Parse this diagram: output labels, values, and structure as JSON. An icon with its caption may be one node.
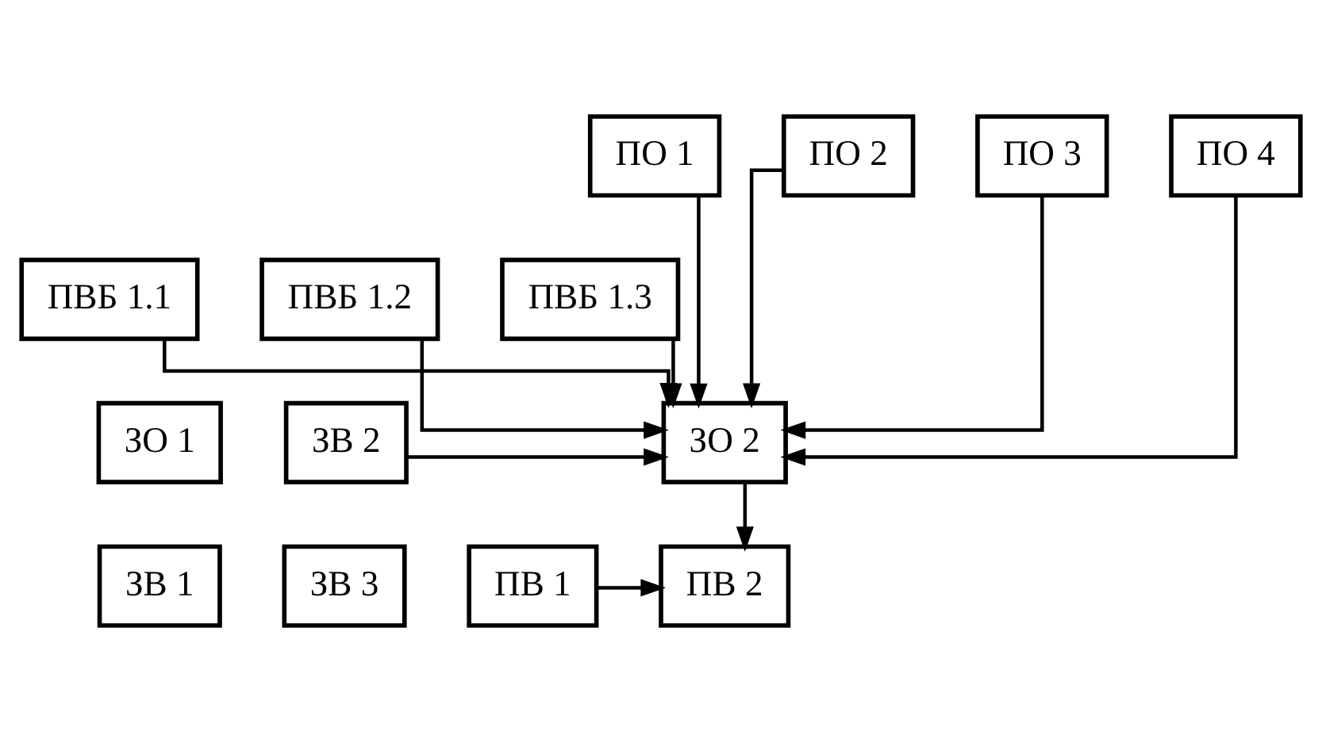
{
  "diagram": {
    "nodes": [
      {
        "text": [
          "ПО 1"
        ]
      },
      {
        "text": [
          "ПО 2"
        ]
      },
      {
        "text": [
          "ПО 3"
        ]
      },
      {
        "text": [
          "ПО 4"
        ]
      },
      {
        "text": [
          "ПВБ 1.1"
        ]
      },
      {
        "text": [
          "ПВБ 1.2"
        ]
      },
      {
        "text": [
          "ПВБ 1.3"
        ]
      },
      {
        "text": [
          "ЗО 1"
        ]
      },
      {
        "text": [
          "ЗВ 2"
        ]
      },
      {
        "text": [
          "ЗО 2"
        ]
      },
      {
        "text": [
          "ЗВ 1"
        ]
      },
      {
        "text": [
          "ЗВ 3"
        ]
      },
      {
        "text": [
          "ПВ 2"
        ]
      },
      {
        "text": [
          "ПВ 1"
        ]
      }
    ],
    "edges": [
      {
        "from": 0,
        "to": 9,
        "arrow": "to"
      },
      {
        "from": 4,
        "to": 9,
        "arrow": "to"
      },
      {
        "from": 1,
        "to": 9,
        "arrow": "to"
      },
      {
        "from": 5,
        "to": 9,
        "arrow": "to"
      },
      {
        "from": 2,
        "to": 9,
        "arrow": "to"
      },
      {
        "from": 6,
        "to": 9,
        "arrow": "to"
      },
      {
        "from": 3,
        "to": 9,
        "arrow": "to"
      },
      {
        "from": 8,
        "to": 9,
        "arrow": "to"
      },
      {
        "from": 9,
        "to": 12,
        "arrow": "to"
      },
      {
        "from": 13,
        "to": 12,
        "arrow": "to"
      }
    ]
  }
}
